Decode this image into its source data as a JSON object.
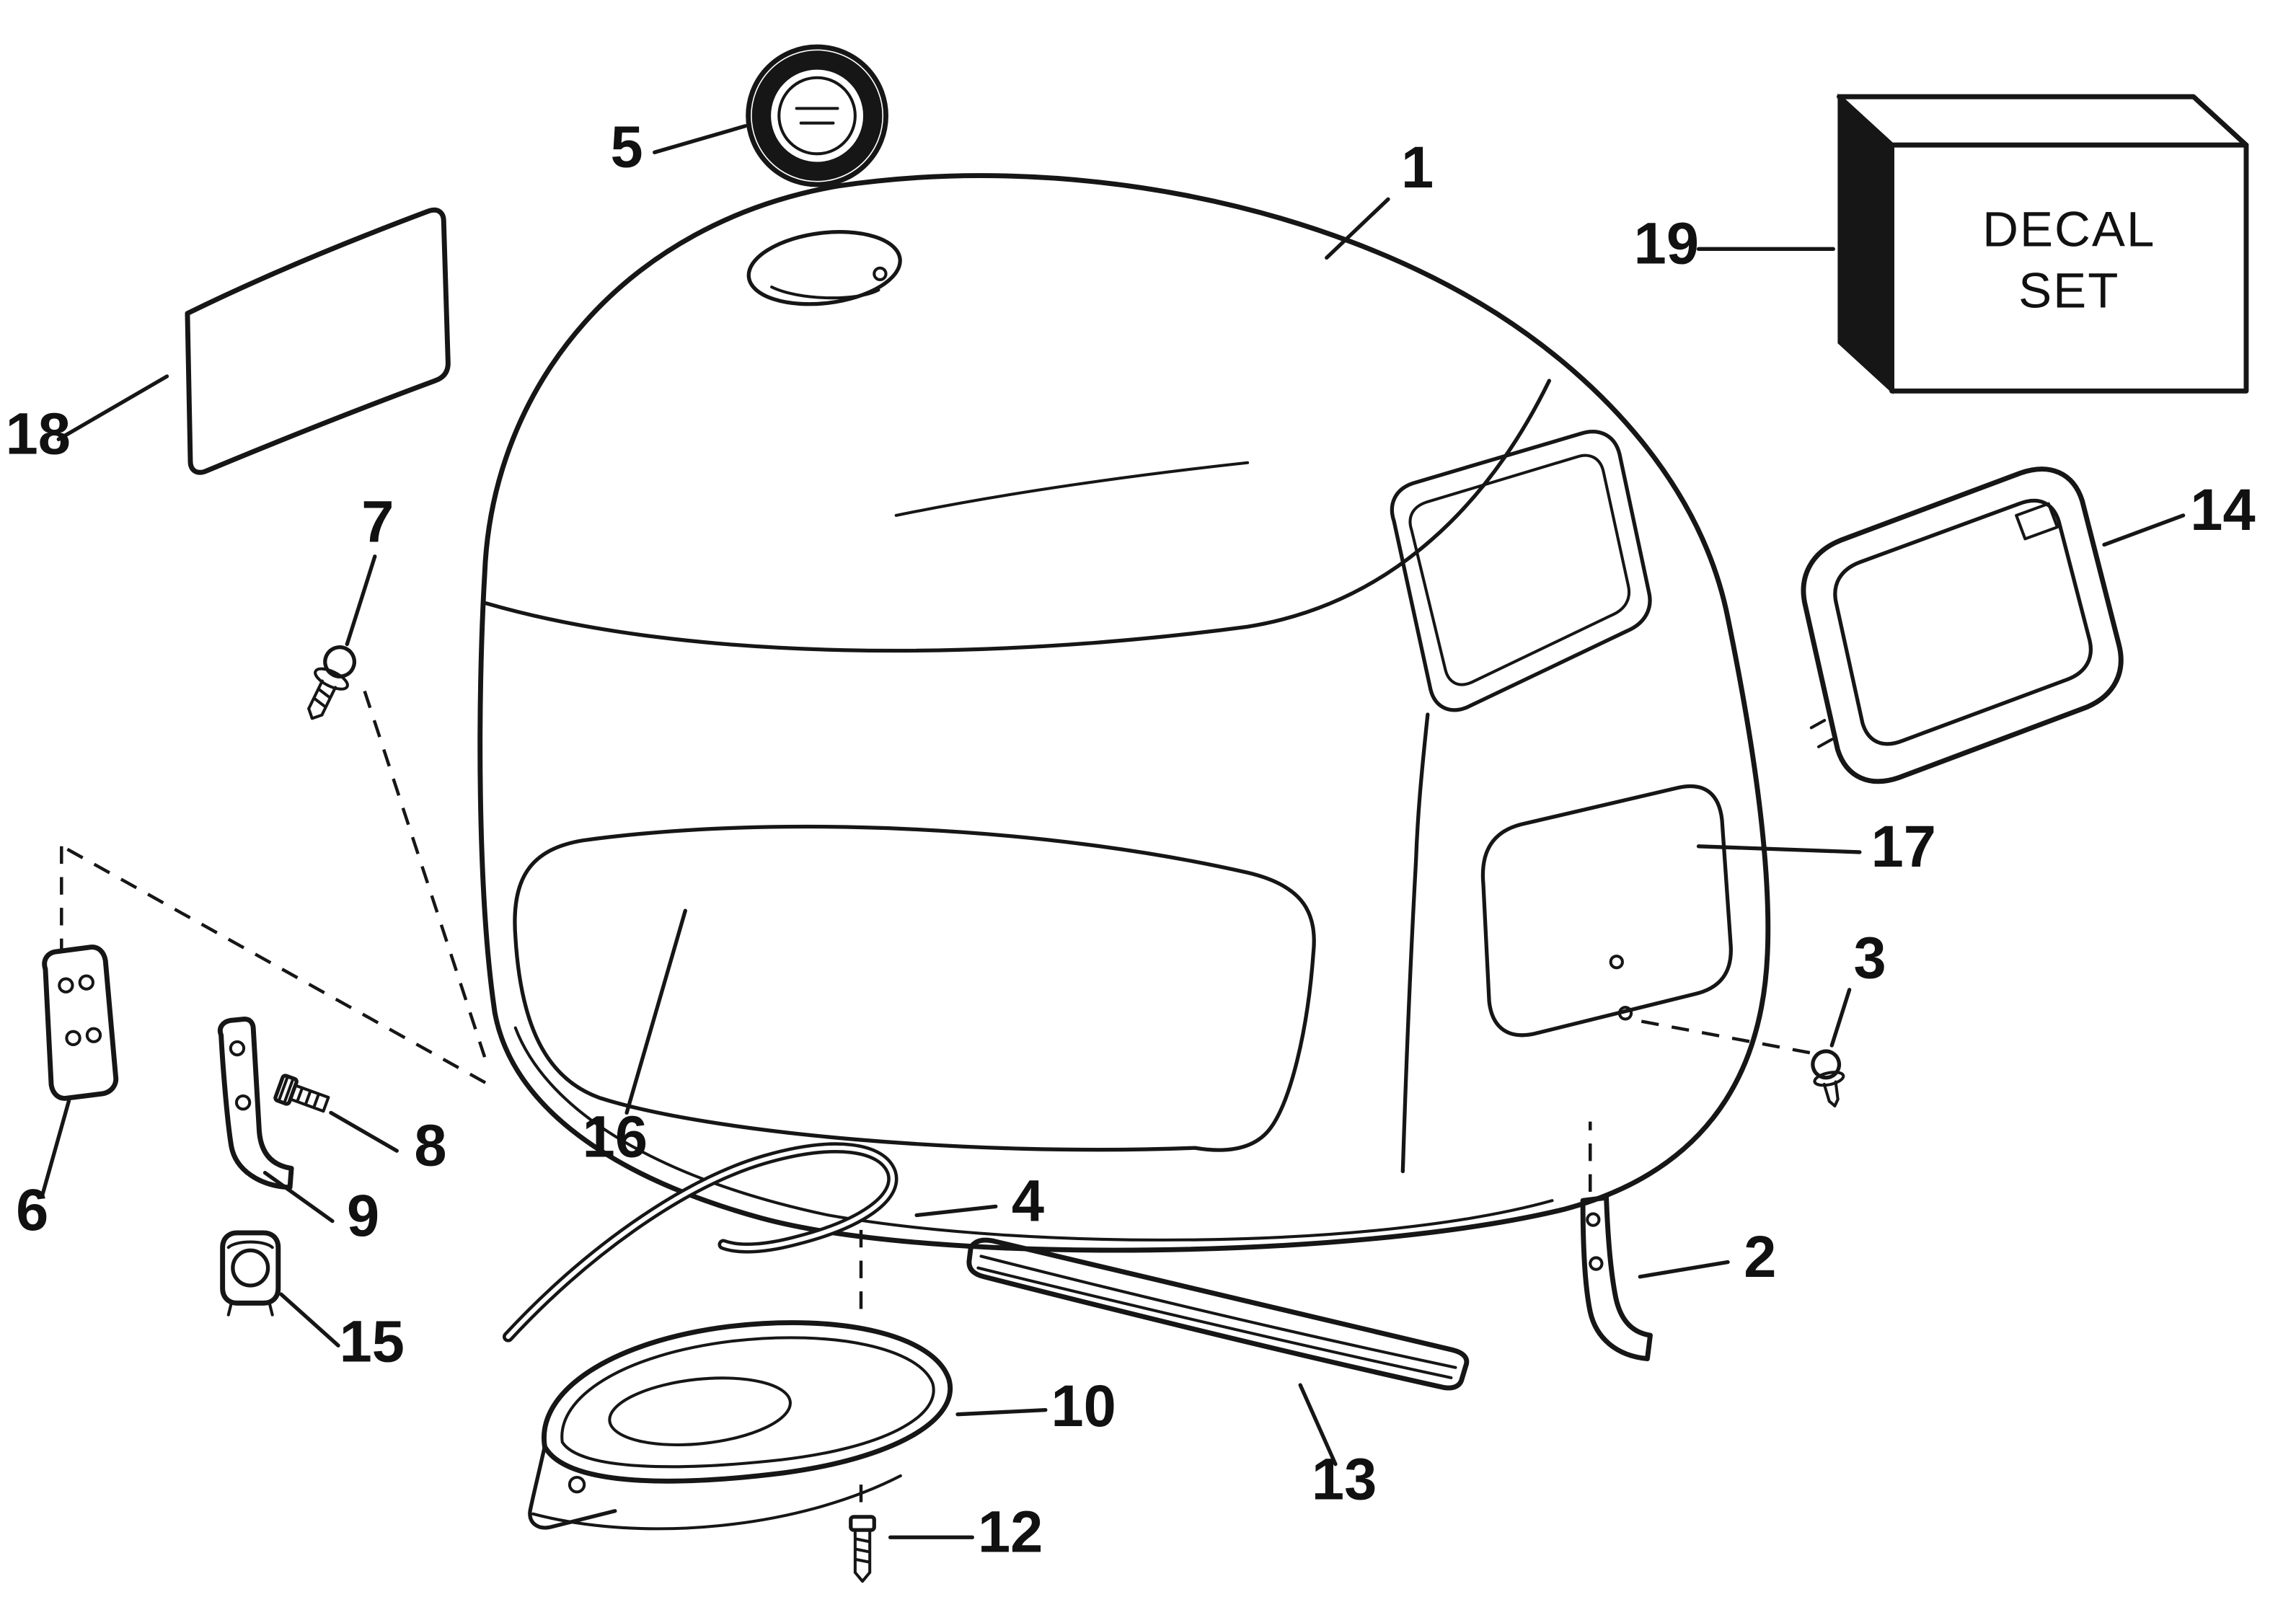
{
  "page": {
    "background": "#ffffff",
    "ink_color": "#161616",
    "kind": "exploded-parts-diagram",
    "subject": "outboard engine cover"
  },
  "decal_box": {
    "line1": "DECAL",
    "line2": "SET"
  },
  "callouts": [
    {
      "part": "engine-cover",
      "label": "1"
    },
    {
      "part": "rear-bracket",
      "label": "2"
    },
    {
      "part": "rear-screw",
      "label": "3"
    },
    {
      "part": "front-seal",
      "label": "4"
    },
    {
      "part": "emblem",
      "label": "5"
    },
    {
      "part": "mount-plate",
      "label": "6"
    },
    {
      "part": "front-screw",
      "label": "7"
    },
    {
      "part": "bracket-screw",
      "label": "8"
    },
    {
      "part": "front-bracket",
      "label": "9"
    },
    {
      "part": "air-silencer-cup",
      "label": "10"
    },
    {
      "part": "silencer-screw",
      "label": "12"
    },
    {
      "part": "lower-seal-strip",
      "label": "13"
    },
    {
      "part": "window-frame-seal",
      "label": "14"
    },
    {
      "part": "cable-clamp",
      "label": "15"
    },
    {
      "part": "cover-front-panel",
      "label": "16"
    },
    {
      "part": "cover-side-panel",
      "label": "17"
    },
    {
      "part": "side-panel-plate",
      "label": "18"
    },
    {
      "part": "decal-set-box",
      "label": "19"
    }
  ]
}
